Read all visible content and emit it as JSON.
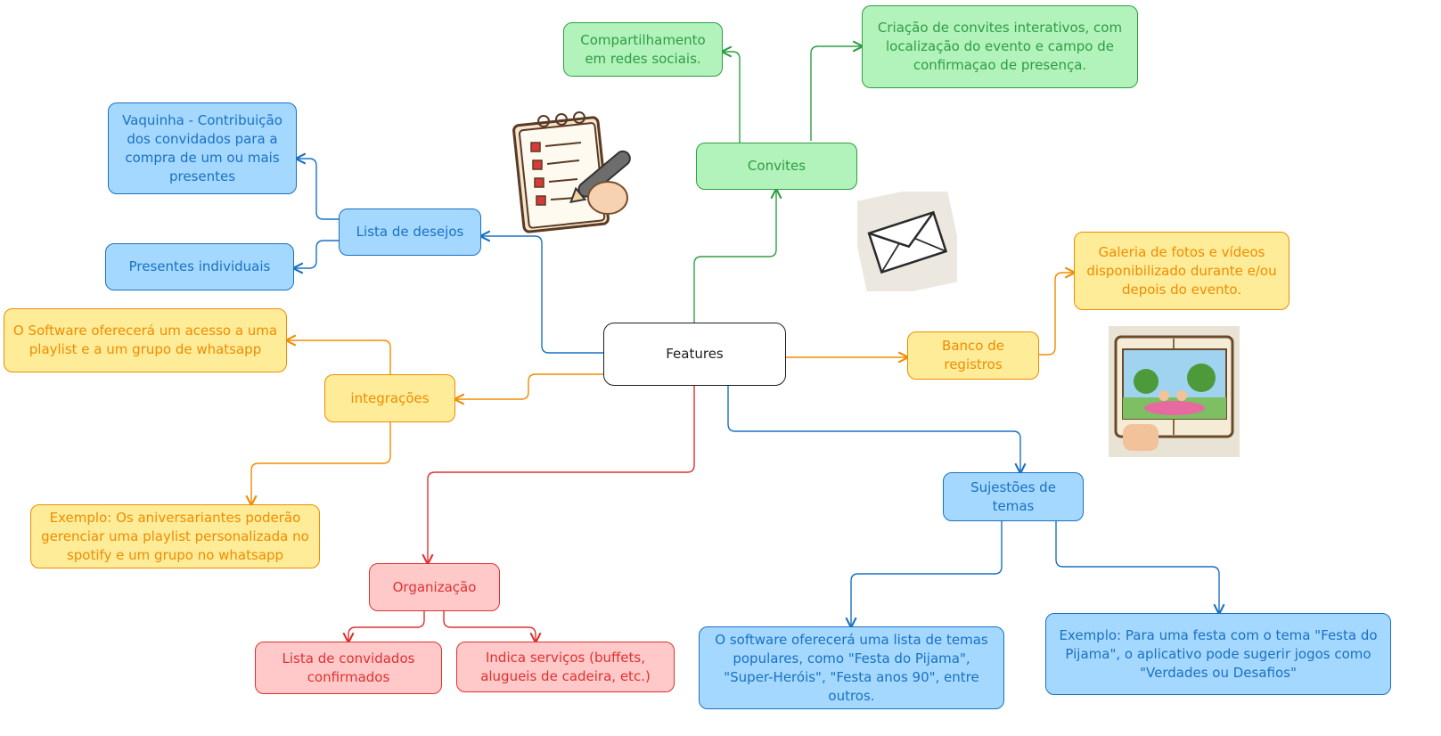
{
  "root": "Features",
  "convites": {
    "label": "Convites",
    "share": "Compartilhamento em redes sociais.",
    "interactive": "Criação de convites interativos, com localização do evento e campo de confirmaçao de presença."
  },
  "lista": {
    "label": "Lista de desejos",
    "vaquinha": "Vaquinha - Contribuição dos convidados para a compra de um ou mais presentes",
    "presentes": "Presentes individuais"
  },
  "integracoes": {
    "label": "integrações",
    "acesso": "O Software oferecerá um acesso a uma playlist e a um grupo de whatsapp",
    "exemplo": "Exemplo: Os aniversariantes poderão gerenciar uma playlist personalizada no spotify e um grupo no whatsapp"
  },
  "organizacao": {
    "label": "Organização",
    "convidados": "Lista de convidados confirmados",
    "servicos": "Indica serviços (buffets, alugueis de cadeira, etc.)"
  },
  "banco": {
    "label": "Banco de registros",
    "galeria": "Galeria de fotos e vídeos disponibilizado durante e/ou depois do evento."
  },
  "temas": {
    "label": "Sujestões de temas",
    "lista": "O software oferecerá uma lista de temas populares, como \"Festa do Pijama\", \"Super-Heróis\", \"Festa anos 90\", entre outros.",
    "exemplo": "Exemplo: Para uma festa com o tema \"Festa do Pijama\", o aplicativo pode sugerir jogos como \"Verdades ou Desafios\""
  },
  "colors": {
    "green": "#2f9e44",
    "blue": "#1971c2",
    "yellow": "#f08c00",
    "red": "#e03131",
    "dark": "#1e1e1e"
  },
  "icons": [
    "checklist-icon",
    "envelope-icon",
    "photo-album-icon"
  ]
}
